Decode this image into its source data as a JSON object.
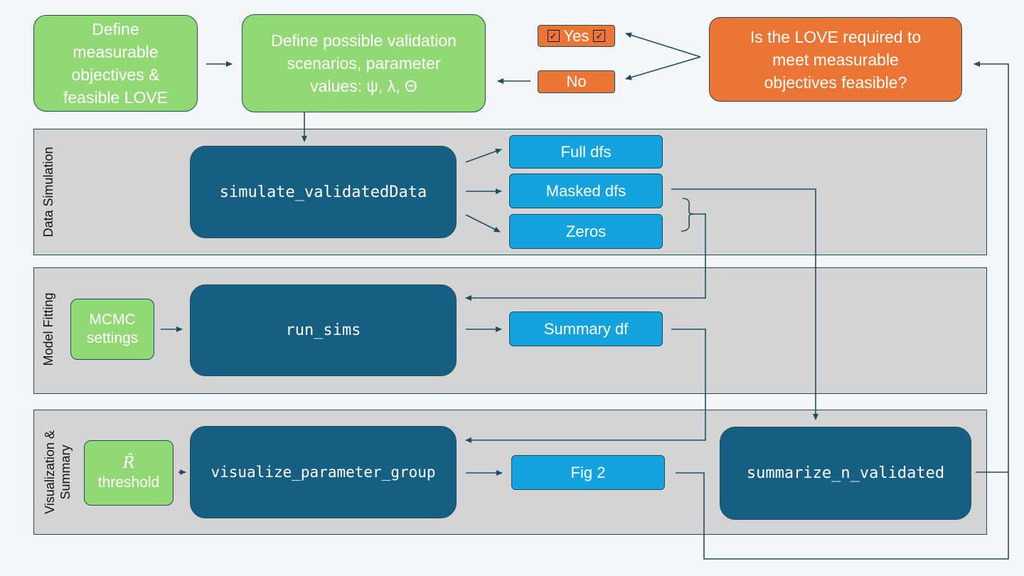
{
  "top": {
    "define_objectives": "Define\nmeasurable\nobjectives &\nfeasible LOVE",
    "define_scenarios": "Define possible validation\nscenarios, parameter\nvalues: ψ, λ, Θ",
    "yes_label": "Yes",
    "no_label": "No",
    "question": "Is the LOVE required to\nmeet measurable\nobjectives feasible?"
  },
  "panels": {
    "data_simulation": {
      "label": "Data Simulation",
      "function": "simulate_validatedData",
      "outputs": [
        "Full dfs",
        "Masked dfs",
        "Zeros"
      ]
    },
    "model_fitting": {
      "label": "Model Fitting",
      "settings": "MCMC\nsettings",
      "function": "run_sims",
      "output": "Summary df"
    },
    "visualization": {
      "label": "Visualization &\nSummary",
      "threshold_symbol": "R̂",
      "threshold_label": "threshold",
      "function": "visualize_parameter_group",
      "output": "Fig 2",
      "summary_function": "summarize_n_validated"
    }
  },
  "colors": {
    "green": "#92d975",
    "orange": "#ea7534",
    "navy": "#175f82",
    "blue": "#14a3dd",
    "panel": "#d4d4d4",
    "line": "#1f4e63"
  }
}
